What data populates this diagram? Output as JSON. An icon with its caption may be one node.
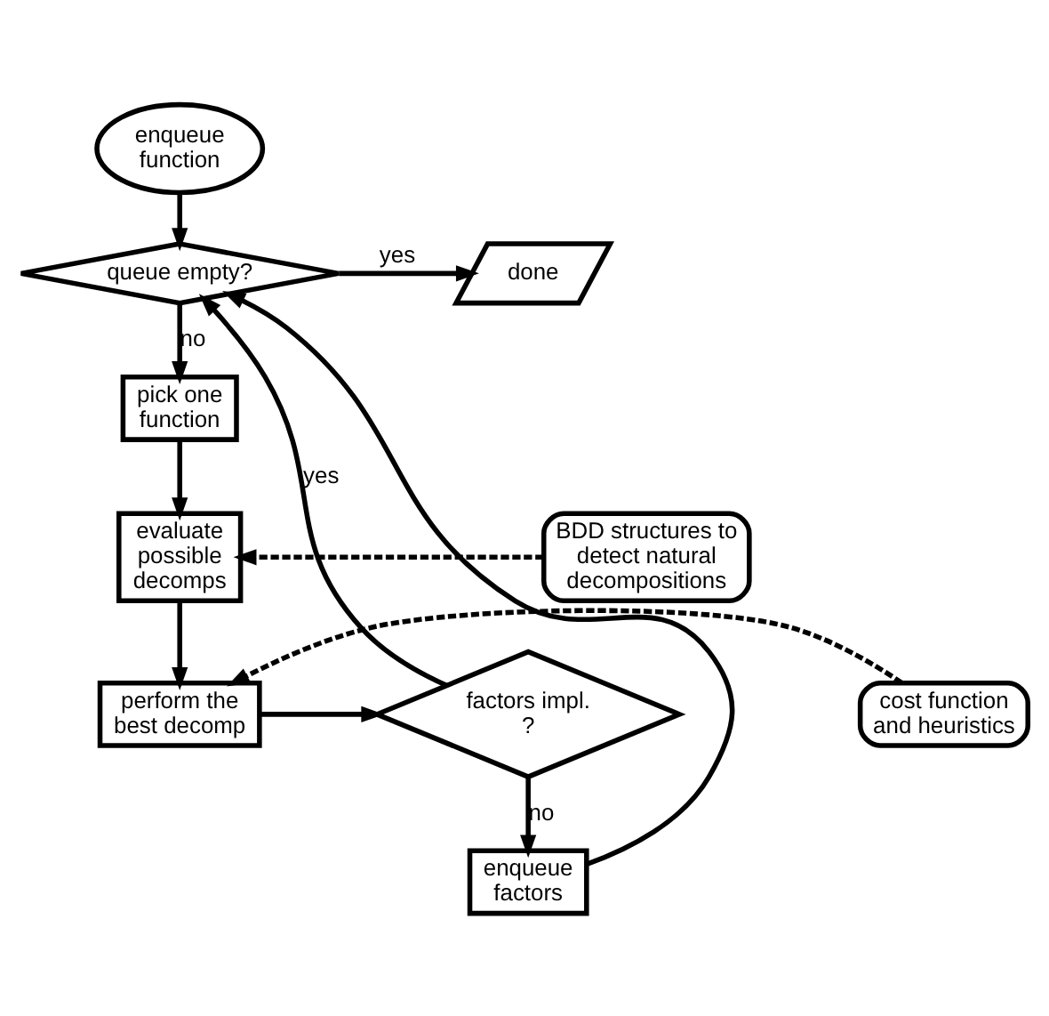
{
  "diagram": {
    "nodes": [
      {
        "text": [
          "enqueue function"
        ]
      },
      {
        "text": [
          "queue empty?"
        ]
      },
      {
        "text": [
          "done"
        ]
      },
      {
        "text": [
          "pick one function"
        ]
      },
      {
        "text": [
          "evaluate possible decomps"
        ]
      },
      {
        "text": [
          "BDD structures to detect natural decompositions"
        ]
      },
      {
        "text": [
          "perform the best decomp"
        ]
      },
      {
        "text": [
          "cost function and heuristics"
        ]
      },
      {
        "text": [
          "factors impl. ?"
        ]
      },
      {
        "text": [
          "enqueue factors"
        ]
      }
    ],
    "edges": [
      {
        "from": 0,
        "to": 1,
        "arrow": "to"
      },
      {
        "from": 1,
        "to": 2,
        "arrow": "to",
        "label": "yes"
      },
      {
        "from": 1,
        "to": 3,
        "arrow": "to",
        "label": "no"
      },
      {
        "from": 3,
        "to": 4,
        "arrow": "to"
      },
      {
        "from": 5,
        "to": 4,
        "arrow": "to",
        "style": "dashed"
      },
      {
        "from": 4,
        "to": 6,
        "arrow": "to"
      },
      {
        "from": 7,
        "to": 6,
        "arrow": "to",
        "style": "dashed"
      },
      {
        "from": 6,
        "to": 8,
        "arrow": "to"
      },
      {
        "from": 8,
        "to": 9,
        "arrow": "to",
        "label": "no"
      },
      {
        "from": 9,
        "to": 1,
        "arrow": "to"
      },
      {
        "from": 8,
        "to": 1,
        "arrow": "to",
        "label": "yes"
      }
    ]
  }
}
